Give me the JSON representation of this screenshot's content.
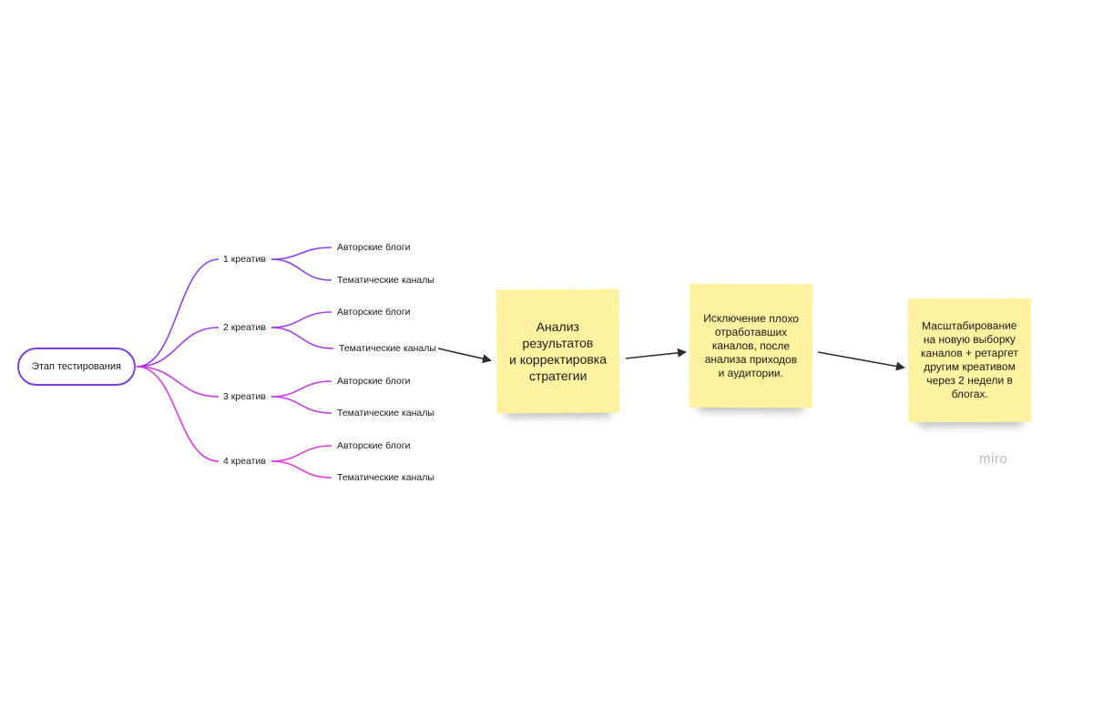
{
  "mindmap": {
    "root": "Этап тестирования",
    "branches": [
      {
        "label": "1 креатив",
        "children": [
          "Авторские блоги",
          "Тематические каналы"
        ]
      },
      {
        "label": "2 креатив",
        "children": [
          "Авторские блоги",
          "Тематические каналы"
        ]
      },
      {
        "label": "3 креатив",
        "children": [
          "Авторские блоги",
          "Тематические каналы"
        ]
      },
      {
        "label": "4 креатив",
        "children": [
          "Авторские блоги",
          "Тематические каналы"
        ]
      }
    ]
  },
  "stickies": [
    {
      "lines": [
        "Анализ",
        "результатов",
        "и корректировка",
        "стратегии"
      ]
    },
    {
      "lines": [
        "Исключение плохо",
        "отработавших",
        "каналов, после",
        "анализа приходов",
        "и аудитории."
      ]
    },
    {
      "lines": [
        "Масштабирование",
        "на новую выборку",
        "каналов + ретаргет",
        "другим креативом",
        "через 2 недели в",
        "блогах."
      ]
    }
  ],
  "watermark": "miro",
  "colors": {
    "branch": [
      "#8a3ff0",
      "#a33cee",
      "#c63ae8",
      "#e23ae0"
    ],
    "root_border": "#7b3fe4",
    "sticky": "#fdf2a0",
    "arrow": "#2b2b2b"
  }
}
